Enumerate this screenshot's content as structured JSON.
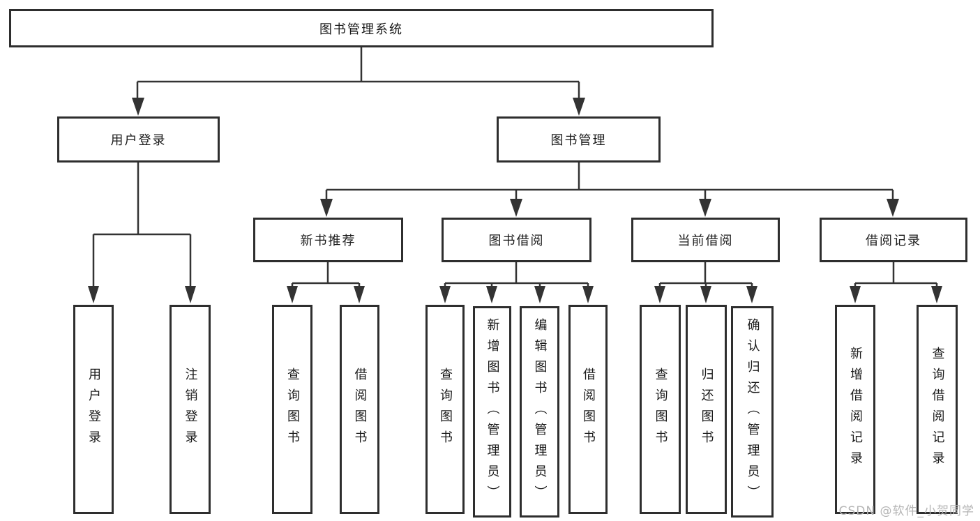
{
  "tree": {
    "label": "图书管理系统",
    "children": [
      {
        "label": "用户登录",
        "children": [
          {
            "label": "用户登录"
          },
          {
            "label": "注销登录"
          }
        ]
      },
      {
        "label": "图书管理",
        "children": [
          {
            "label": "新书推荐",
            "children": [
              {
                "label": "查询图书"
              },
              {
                "label": "借阅图书"
              }
            ]
          },
          {
            "label": "图书借阅",
            "children": [
              {
                "label": "查询图书"
              },
              {
                "label": "新增图书（管理员）"
              },
              {
                "label": "编辑图书（管理员）"
              },
              {
                "label": "借阅图书"
              }
            ]
          },
          {
            "label": "当前借阅",
            "children": [
              {
                "label": "查询图书"
              },
              {
                "label": "归还图书"
              },
              {
                "label": "确认归还（管理员）"
              }
            ]
          },
          {
            "label": "借阅记录",
            "children": [
              {
                "label": "新增借阅记录"
              },
              {
                "label": "查询借阅记录"
              }
            ]
          }
        ]
      }
    ]
  },
  "watermark": {
    "text": "CSDN @软件_小贺同学"
  },
  "colors": {
    "line": "#333333",
    "box_border": "#2e2e2e",
    "text": "#1a1a1a",
    "watermark": "#b5b5b5",
    "background": "#ffffff"
  }
}
